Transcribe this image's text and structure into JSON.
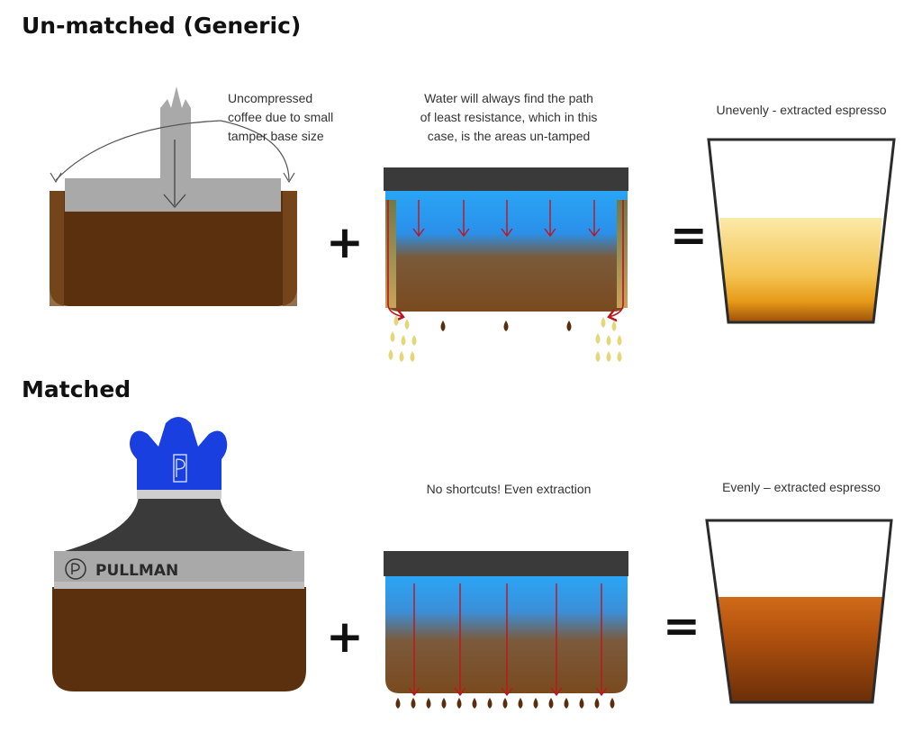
{
  "sections": [
    {
      "heading": "Un-matched (Generic)",
      "tamper_note": [
        "Uncompressed",
        "coffee due to small",
        "tamper base size"
      ],
      "water_note": [
        "Water will always find the path",
        "of least resistance, which in this",
        "case, is the areas un-tamped"
      ],
      "result_note": [
        "Unevenly - extracted espresso"
      ],
      "plus": "+",
      "equals": "="
    },
    {
      "heading": "Matched",
      "water_note": [
        "No shortcuts! Even extraction"
      ],
      "result_note": [
        "Evenly – extracted espresso"
      ],
      "plus": "+",
      "equals": "=",
      "brand_label": "PULLMAN"
    }
  ],
  "colors": {
    "coffee_dark": "#5a300e",
    "coffee_mid": "#7a4a1f",
    "tamper_grey": "#a9a9a9",
    "tamper_black": "#3a3a3a",
    "handle_blue": "#1a3fe0",
    "water_blue": "#2a9df4",
    "arrow_red": "#c0141c",
    "drop_yellow": "#e2d77a",
    "drop_brown": "#5a2e0c",
    "espresso_uneven": "#f5cf6a",
    "espresso_even": "#b5530f"
  }
}
